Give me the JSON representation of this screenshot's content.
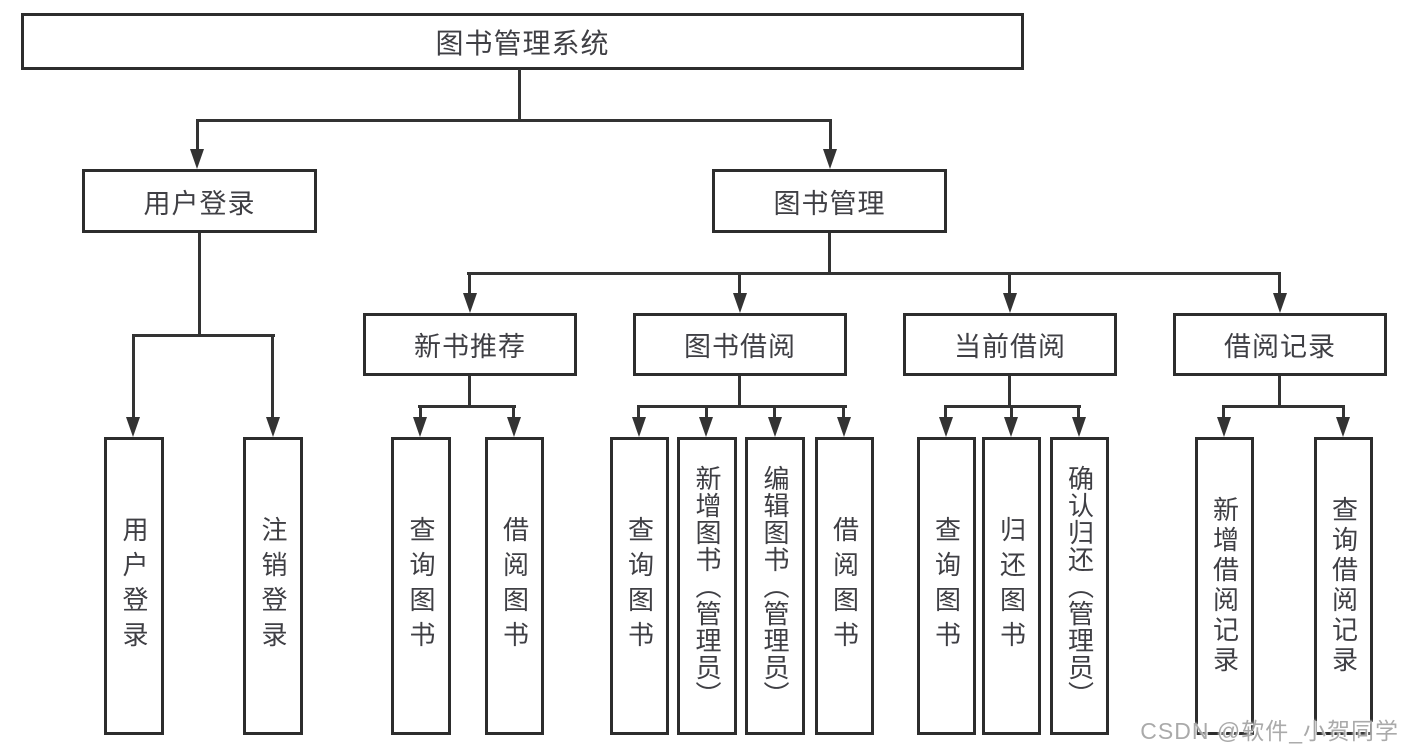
{
  "diagram": {
    "colors": {
      "line": "#333333",
      "text": "#3f3f44",
      "background": "#ffffff"
    },
    "watermark": "CSDN @软件_小贺同学",
    "root": {
      "label": "图书管理系统"
    },
    "level2": [
      {
        "label": "用户登录"
      },
      {
        "label": "图书管理"
      }
    ],
    "level3": [
      {
        "label": "新书推荐"
      },
      {
        "label": "图书借阅"
      },
      {
        "label": "当前借阅"
      },
      {
        "label": "借阅记录"
      }
    ],
    "leaves": {
      "user_login": [
        {
          "label": "用户登录"
        },
        {
          "label": "注销登录"
        }
      ],
      "new_book": [
        {
          "label": "查询图书"
        },
        {
          "label": "借阅图书"
        }
      ],
      "book_borrow": [
        {
          "label": "查询图书"
        },
        {
          "label": "新增图书（管理员）"
        },
        {
          "label": "编辑图书（管理员）"
        },
        {
          "label": "借阅图书"
        }
      ],
      "current_borrow": [
        {
          "label": "查询图书"
        },
        {
          "label": "归还图书"
        },
        {
          "label": "确认归还（管理员）"
        }
      ],
      "records": [
        {
          "label": "新增借阅记录"
        },
        {
          "label": "查询借阅记录"
        }
      ]
    }
  }
}
